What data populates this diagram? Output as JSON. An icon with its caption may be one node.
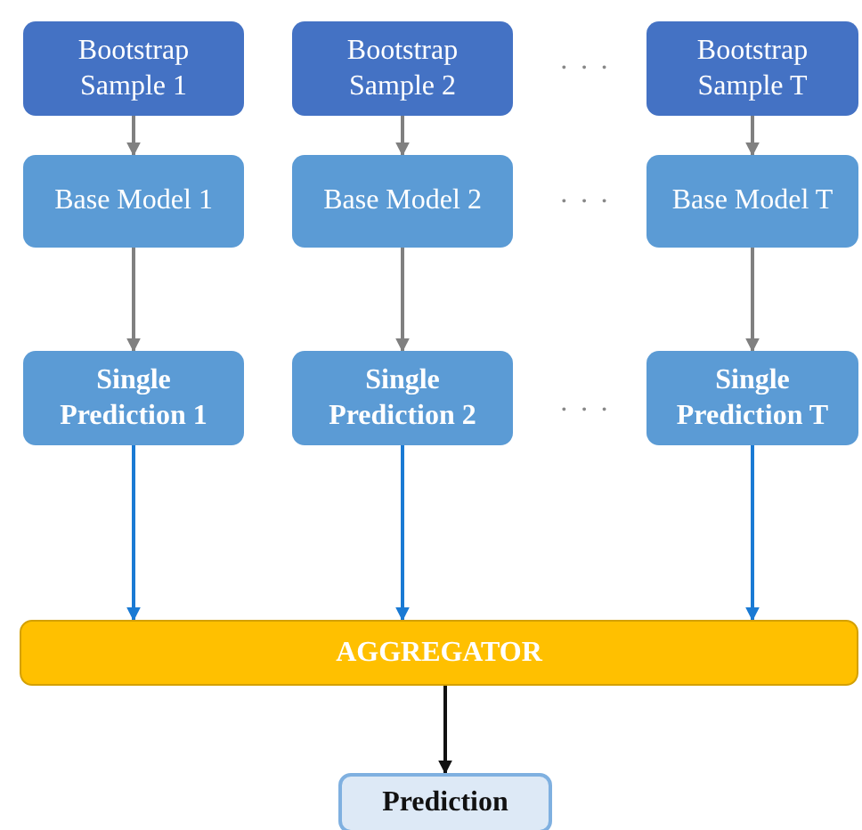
{
  "diagram": {
    "nodes": [
      {
        "text": [
          "Bootstrap Sample 1"
        ]
      },
      {
        "text": [
          "Bootstrap Sample 2"
        ]
      },
      {
        "text": [
          "Bootstrap Sample T"
        ]
      },
      {
        "text": [
          "Base Model 1"
        ]
      },
      {
        "text": [
          "Base Model 2"
        ]
      },
      {
        "text": [
          "Base Model T"
        ]
      },
      {
        "text": [
          "Single Prediction 1"
        ]
      },
      {
        "text": [
          "Single Prediction 2"
        ]
      },
      {
        "text": [
          "Single Prediction T"
        ]
      },
      {
        "text": [
          "AGGREGATOR"
        ]
      },
      {
        "text": [
          "Prediction"
        ]
      }
    ],
    "edges": [
      {
        "from": 0,
        "to": 3,
        "arrow": "to"
      },
      {
        "from": 1,
        "to": 4,
        "arrow": "to"
      },
      {
        "from": 2,
        "to": 5,
        "arrow": "to"
      },
      {
        "from": 3,
        "to": 6,
        "arrow": "to"
      },
      {
        "from": 4,
        "to": 7,
        "arrow": "to"
      },
      {
        "from": 5,
        "to": 8,
        "arrow": "to"
      },
      {
        "from": 6,
        "to": 9,
        "arrow": "to",
        "color": "#1a7ad4"
      },
      {
        "from": 7,
        "to": 9,
        "arrow": "to",
        "color": "#1a7ad4"
      },
      {
        "from": 8,
        "to": 9,
        "arrow": "to",
        "color": "#1a7ad4"
      },
      {
        "from": 9,
        "to": 10,
        "arrow": "to",
        "color": "#111111"
      }
    ],
    "labels": [
      "· · ·",
      "· · ·",
      "· · ·"
    ]
  }
}
